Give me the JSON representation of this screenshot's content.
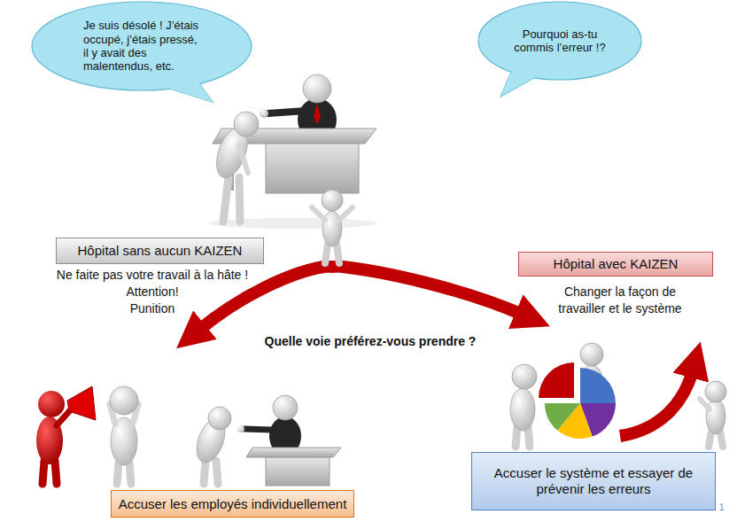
{
  "diagram": {
    "nodes": [
      {
        "text": [
          "Je suis désolé ! J’étais occupé, j’étais pressé, il y avait des malentendus, etc."
        ]
      },
      {
        "text": [
          "Pourquoi as-tu commis l’erreur !?"
        ]
      },
      {
        "text": [
          "Hôpital sans aucun KAIZEN"
        ]
      },
      {
        "text": [
          "Hôpital avec KAIZEN"
        ]
      },
      {
        "text": [
          "Accuser les employés individuellement"
        ]
      },
      {
        "text": [
          "Accuser le système et essayer de prévenir les erreurs"
        ]
      }
    ],
    "labels": [
      "Ne faite pas votre travail à la hâte !",
      "Attention!",
      "Punition",
      "Changer la façon de travailler et le système",
      "Quelle voie préférez-vous prendre ?",
      "1"
    ]
  }
}
